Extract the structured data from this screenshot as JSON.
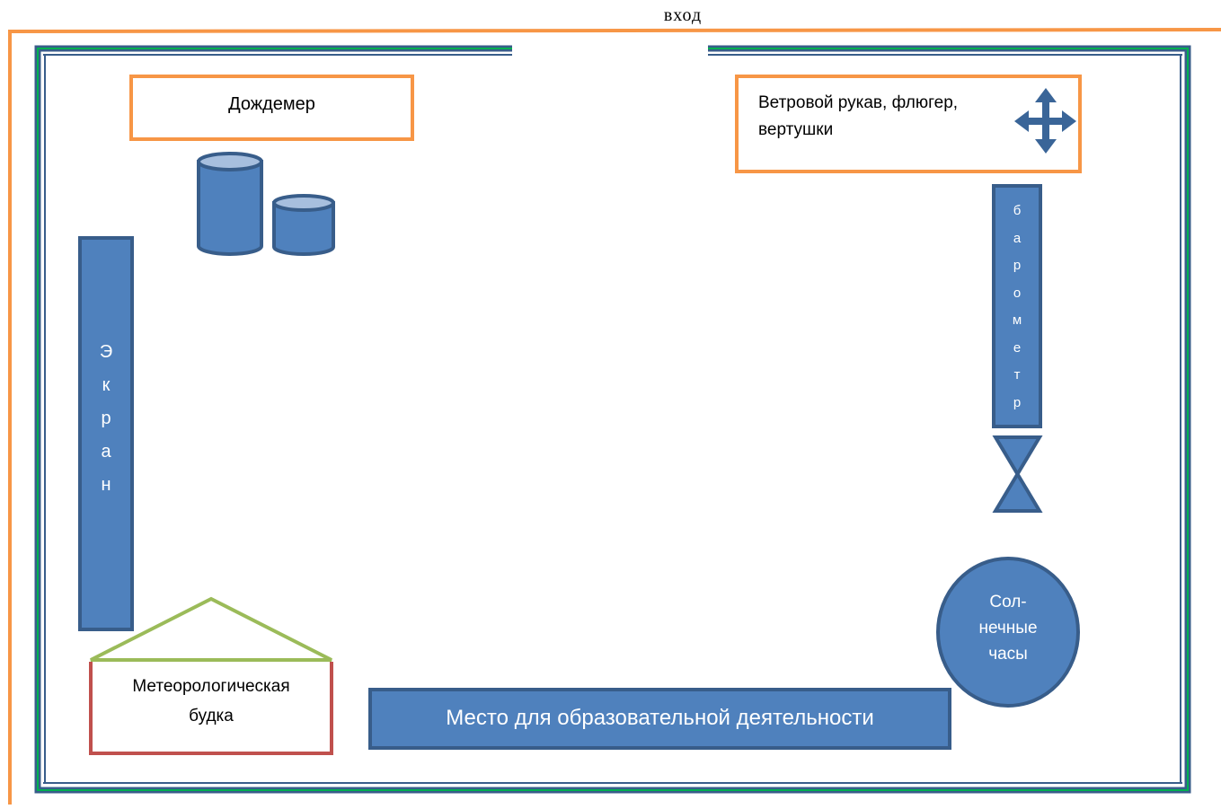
{
  "entrance_label": "вход",
  "rain_gauge": {
    "label": "Дождемер"
  },
  "wind": {
    "line1": "Ветровой  рукав, флюгер,",
    "line2": "вертушки"
  },
  "screen": {
    "letters": [
      "Э",
      "к",
      "р",
      "а",
      "н"
    ]
  },
  "barometer": {
    "letters": [
      "б",
      "а",
      "р",
      "о",
      "м",
      "е",
      "т",
      "р"
    ]
  },
  "weather_booth": {
    "line1": "Метеорологическая",
    "line2": "будка"
  },
  "education_area": {
    "label": "Место для образовательной деятельности"
  },
  "sundial": {
    "line1": "Сол-",
    "line2": "нечные",
    "line3": "часы"
  },
  "colors": {
    "shape_fill": "#4f81bd",
    "shape_stroke": "#385d8a",
    "fence_outer": "#f79646",
    "fence_inner": "#00b050",
    "booth_roof": "#9bbb59",
    "booth_walls": "#c0504d",
    "label_box_border": "#f79646"
  }
}
